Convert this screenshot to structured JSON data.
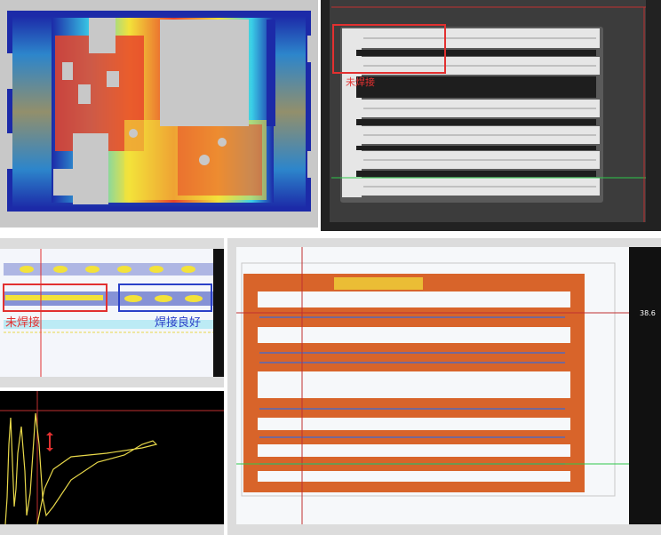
{
  "panels": {
    "thermal_map": {
      "title": ""
    },
    "ct_slice": {
      "annotation_unwelded": "未焊接"
    },
    "bscan": {
      "annotation_unwelded": "未焊接",
      "annotation_good_weld": "焊接良好"
    },
    "ascan": {
      "title": ""
    },
    "cscan": {
      "readout": "38.6"
    }
  },
  "colors": {
    "annotation_red": "#e23030",
    "annotation_blue": "#2a40c8",
    "heat_red": "#e8452a",
    "heat_yellow": "#f3e23a",
    "heat_cyan": "#3ad0e8",
    "heat_blue": "#1c2aa8",
    "cscan_orange": "#d8642a",
    "ascan_trace": "#e8d84a",
    "cursor_green": "#2ec84a"
  }
}
